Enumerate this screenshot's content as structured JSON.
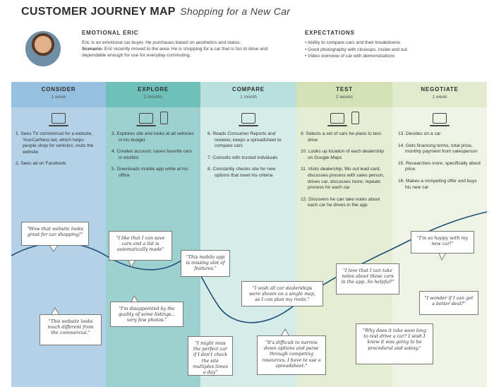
{
  "header": {
    "title": "CUSTOMER JOURNEY MAP",
    "subtitle": "Shopping for a New Car"
  },
  "persona": {
    "name": "EMOTIONAL ERIC",
    "description": "Eric is an emotional car buyer. He purchases based on aesthetics and status.",
    "scenario_label": "Scenario:",
    "scenario": "Eric recently moved to the area. He is shopping for a car that is fun to drive and dependable enough for use for everyday commuting."
  },
  "expectations": {
    "title": "EXPECTATIONS",
    "items": [
      "Ability to compare cars and their breakdowns",
      "Good photography with closeups, inside and out",
      "Video overview of car with demonstrations"
    ]
  },
  "stages": [
    {
      "name": "CONSIDER",
      "duration": "1 week",
      "color": "#b3d2e8",
      "steps": [
        "1. Sees TV commerical for a website, YourCarNext.net, which helps people shop for vehicles; visits the website",
        "2. Sees ad on Facebook"
      ]
    },
    {
      "name": "EXPLORE",
      "duration": "2 months",
      "color": "#9dd1cf",
      "steps": [
        "3. Explores site and looks at all vehicles in his budget",
        "4. Creates account; saves favorite cars in wishlist",
        "5. Downloads mobile app while at his office"
      ]
    },
    {
      "name": "COMPARE",
      "duration": "1 month",
      "color": "#d5ece9",
      "steps": [
        "6. Reads Consumer Reports and reviews; keeps a spreadsheet to compare cars",
        "7. Consults with trusted indviduals",
        "8. Constantly checks site for new options that meet his criteria"
      ]
    },
    {
      "name": "TEST",
      "duration": "2 weeks",
      "color": "#e5edd3",
      "steps": [
        "9. Selects a set of cars he plans to test-drive",
        "10. Looks up location of each dealership on Google Maps",
        "11. Visits dealership; fills out lead card, discusses process with sales person, drives car, discusses more; repeats process for each car",
        "12. Discovers he can take notes about each car he drives in the app"
      ]
    },
    {
      "name": "NEGOTIATE",
      "duration": "1 week",
      "color": "#eef3e3",
      "steps": [
        "13. Decides on a car",
        "14. Gets financing terms, total price, monthly payment from salesperson",
        "15. Researches more, specifically about price",
        "16. Makes a competing offer and buys his new car"
      ]
    }
  ],
  "quotes": [
    "\"Wow that website looks great for car shopping!\"",
    "\"This website looks much different from the commercial.\"",
    "\"I like that I can save cars and a list is automatically made\"",
    "\"I'm disappointed by the quality of some listings... very few photos.\"",
    "\"This mobile app is missing alot of features.\"",
    "\"I might miss the perfect car if I don't check the site multiples times a day\"",
    "\"I wish all car dealerships were shown on a single map, so I can plan my route.\"",
    "\"It's difficult to narrow down options and parse through competing resources. I have to use a spreadsheet.\"",
    "\"I love that I can take notes about these cars in the app. So helpful!\"",
    "\"Why does it take sooo long to test drive a car? I wish I knew it was going to be procedural and solesy.\"",
    "\"I'm so happy with my new car!\"",
    "\"I wonder if I can get a better deal?\""
  ],
  "colors": {
    "curve": "#1f4e79",
    "bubble_border": "#777777"
  }
}
